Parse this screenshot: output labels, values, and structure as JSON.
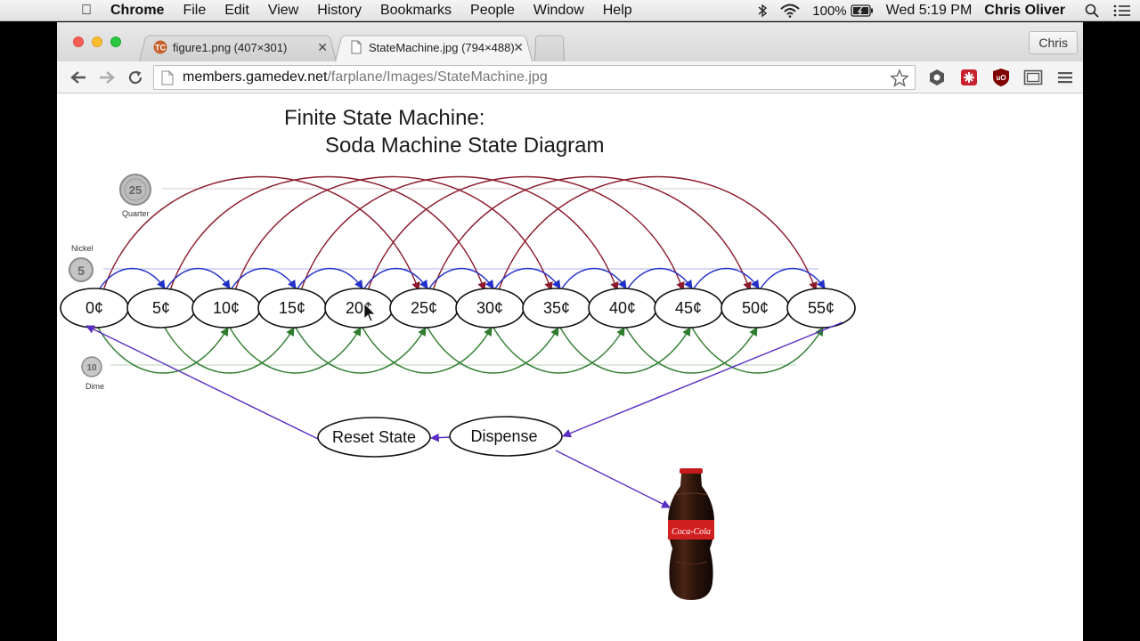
{
  "menubar": {
    "app": "Chrome",
    "items": [
      "File",
      "Edit",
      "View",
      "History",
      "Bookmarks",
      "People",
      "Window",
      "Help"
    ],
    "battery": "100%",
    "clock": "Wed 5:19 PM",
    "user": "Chris Oliver",
    "icons": [
      "apple-icon",
      "bluetooth-icon",
      "wifi-icon",
      "battery-icon",
      "search-icon",
      "list-icon"
    ]
  },
  "tabs": [
    {
      "title": "figure1.png (407×301)",
      "active": false,
      "icon": "tc-favicon"
    },
    {
      "title": "StateMachine.jpg (794×488)",
      "active": true,
      "icon": "page-icon"
    }
  ],
  "profile": "Chris",
  "address": {
    "host": "members.gamedev.net",
    "path": "/farplane/Images/StateMachine.jpg"
  },
  "extensions": [
    "hexagon-extension-icon",
    "red-puzzle-extension-icon",
    "ublock-icon",
    "cast-icon",
    "menu-icon"
  ],
  "diagram": {
    "title_line1": "Finite State Machine:",
    "title_line2": "Soda Machine State Diagram",
    "coins": {
      "quarter": "Quarter",
      "quarter_value": "25",
      "nickel": "Nickel",
      "nickel_value": "5",
      "dime": "Dime",
      "dime_value": "10"
    },
    "states": [
      "0¢",
      "5¢",
      "10¢",
      "15¢",
      "20¢",
      "25¢",
      "30¢",
      "35¢",
      "40¢",
      "45¢",
      "50¢",
      "55¢"
    ],
    "reset_state": "Reset State",
    "dispense": "Dispense",
    "bottle_brand": "Coca-Cola",
    "colors": {
      "quarter": "#8b1a2b",
      "nickel": "#2230c9",
      "dime": "#2e7d2e",
      "reset": "#5a2dc4"
    }
  }
}
